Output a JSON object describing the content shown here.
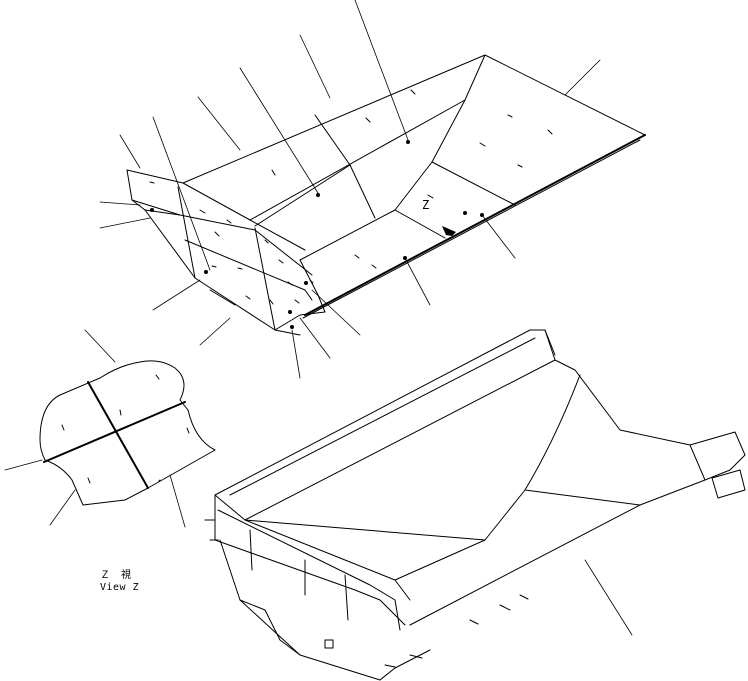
{
  "view_label": {
    "jp": "Ｚ　視",
    "en": "View Z"
  },
  "view_marker": {
    "letter": "Z"
  }
}
